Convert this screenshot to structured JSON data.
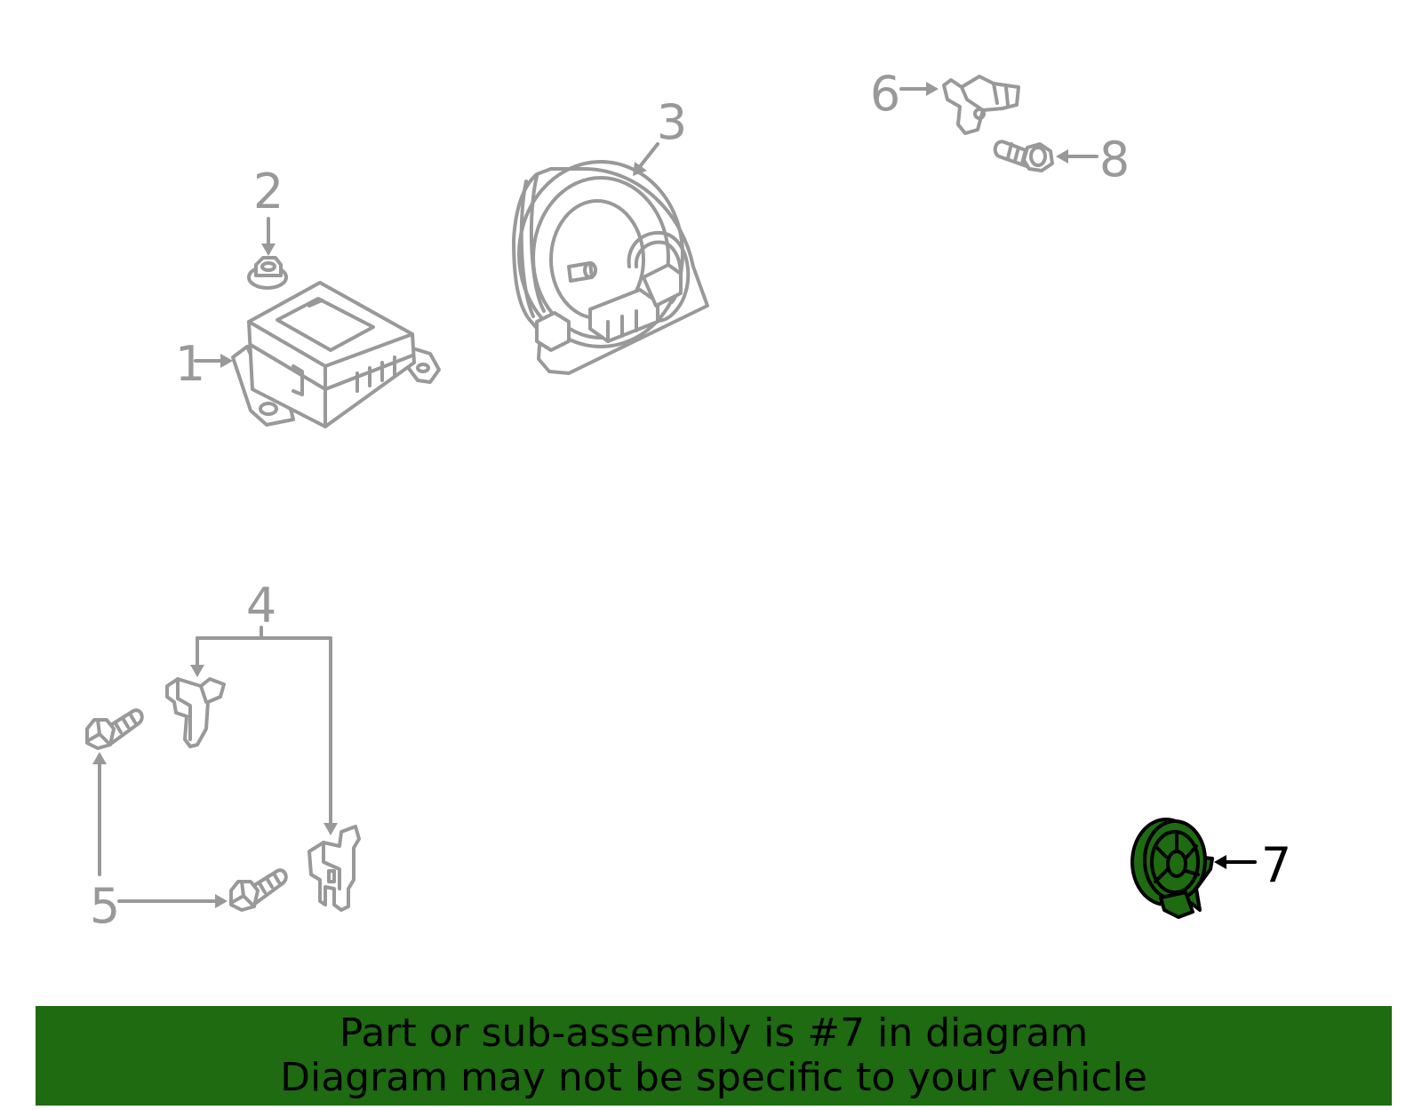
{
  "colors": {
    "line": "#999999",
    "highlight_fill": "#1e6b12",
    "highlight_stroke": "#000000",
    "banner_background": "#1e6b12",
    "banner_text": "#000000"
  },
  "callouts": [
    {
      "id": "1",
      "label": "1",
      "highlighted": false
    },
    {
      "id": "2",
      "label": "2",
      "highlighted": false
    },
    {
      "id": "3",
      "label": "3",
      "highlighted": false
    },
    {
      "id": "4",
      "label": "4",
      "highlighted": false
    },
    {
      "id": "5",
      "label": "5",
      "highlighted": false
    },
    {
      "id": "6",
      "label": "6",
      "highlighted": false
    },
    {
      "id": "7",
      "label": "7",
      "highlighted": true
    },
    {
      "id": "8",
      "label": "8",
      "highlighted": false
    }
  ],
  "banner": {
    "line1": "Part or sub-assembly is #7 in diagram",
    "line2": "Diagram may not be specific to your vehicle"
  }
}
